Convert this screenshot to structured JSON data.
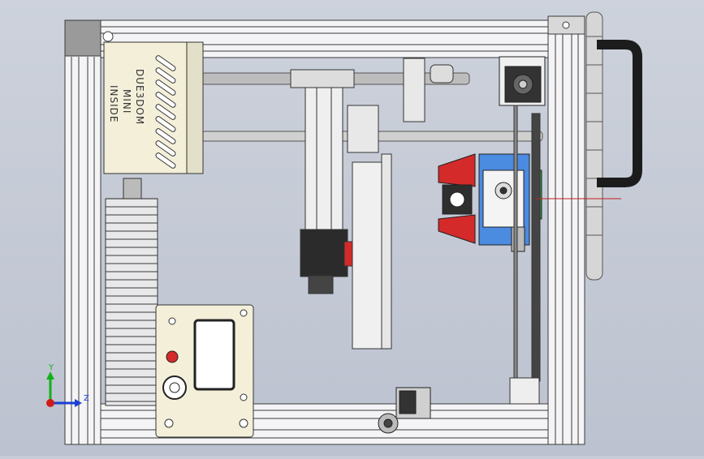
{
  "viewport": {
    "title": "",
    "background_top": "#c9ced9",
    "background_bottom": "#bfc4d1"
  },
  "psu": {
    "line1": "DUE3DOM",
    "line2": "MINI",
    "line3": "INSIDE"
  },
  "triad": {
    "y_label": "Y",
    "z_label": "Z",
    "y_color": "#12b01a",
    "z_color": "#1b3fd6",
    "x_color": "#d21b1b"
  },
  "colors": {
    "frame": "#f4f4f6",
    "frame_edge": "#3a3a3a",
    "accent_red": "#d42a2a",
    "accent_blue": "#4b8be0",
    "rod": "#b8b8b8",
    "handle": "#1c1c1c"
  }
}
